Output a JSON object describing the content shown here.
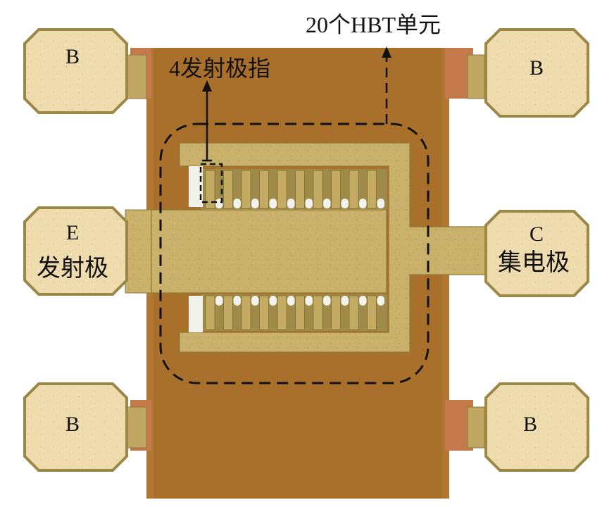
{
  "pads": {
    "top_left_label": "B",
    "top_right_label": "B",
    "bottom_left_label": "B",
    "bottom_right_label": "B",
    "emitter_label": "E",
    "emitter_caption": "发射极",
    "collector_label": "C",
    "collector_caption": "集电极"
  },
  "annotations": {
    "hbt_units": "20个HBT单元",
    "emitter_fingers": "4发射极指"
  },
  "colors": {
    "substrate": "#a9702c",
    "substrate_edge": "#c47a4a",
    "metal": "#c9b06b",
    "metal_dark": "#8e7a3a",
    "pad_face": "#efdcae",
    "pad_border": "#9c8846",
    "annotation": "#111111"
  }
}
